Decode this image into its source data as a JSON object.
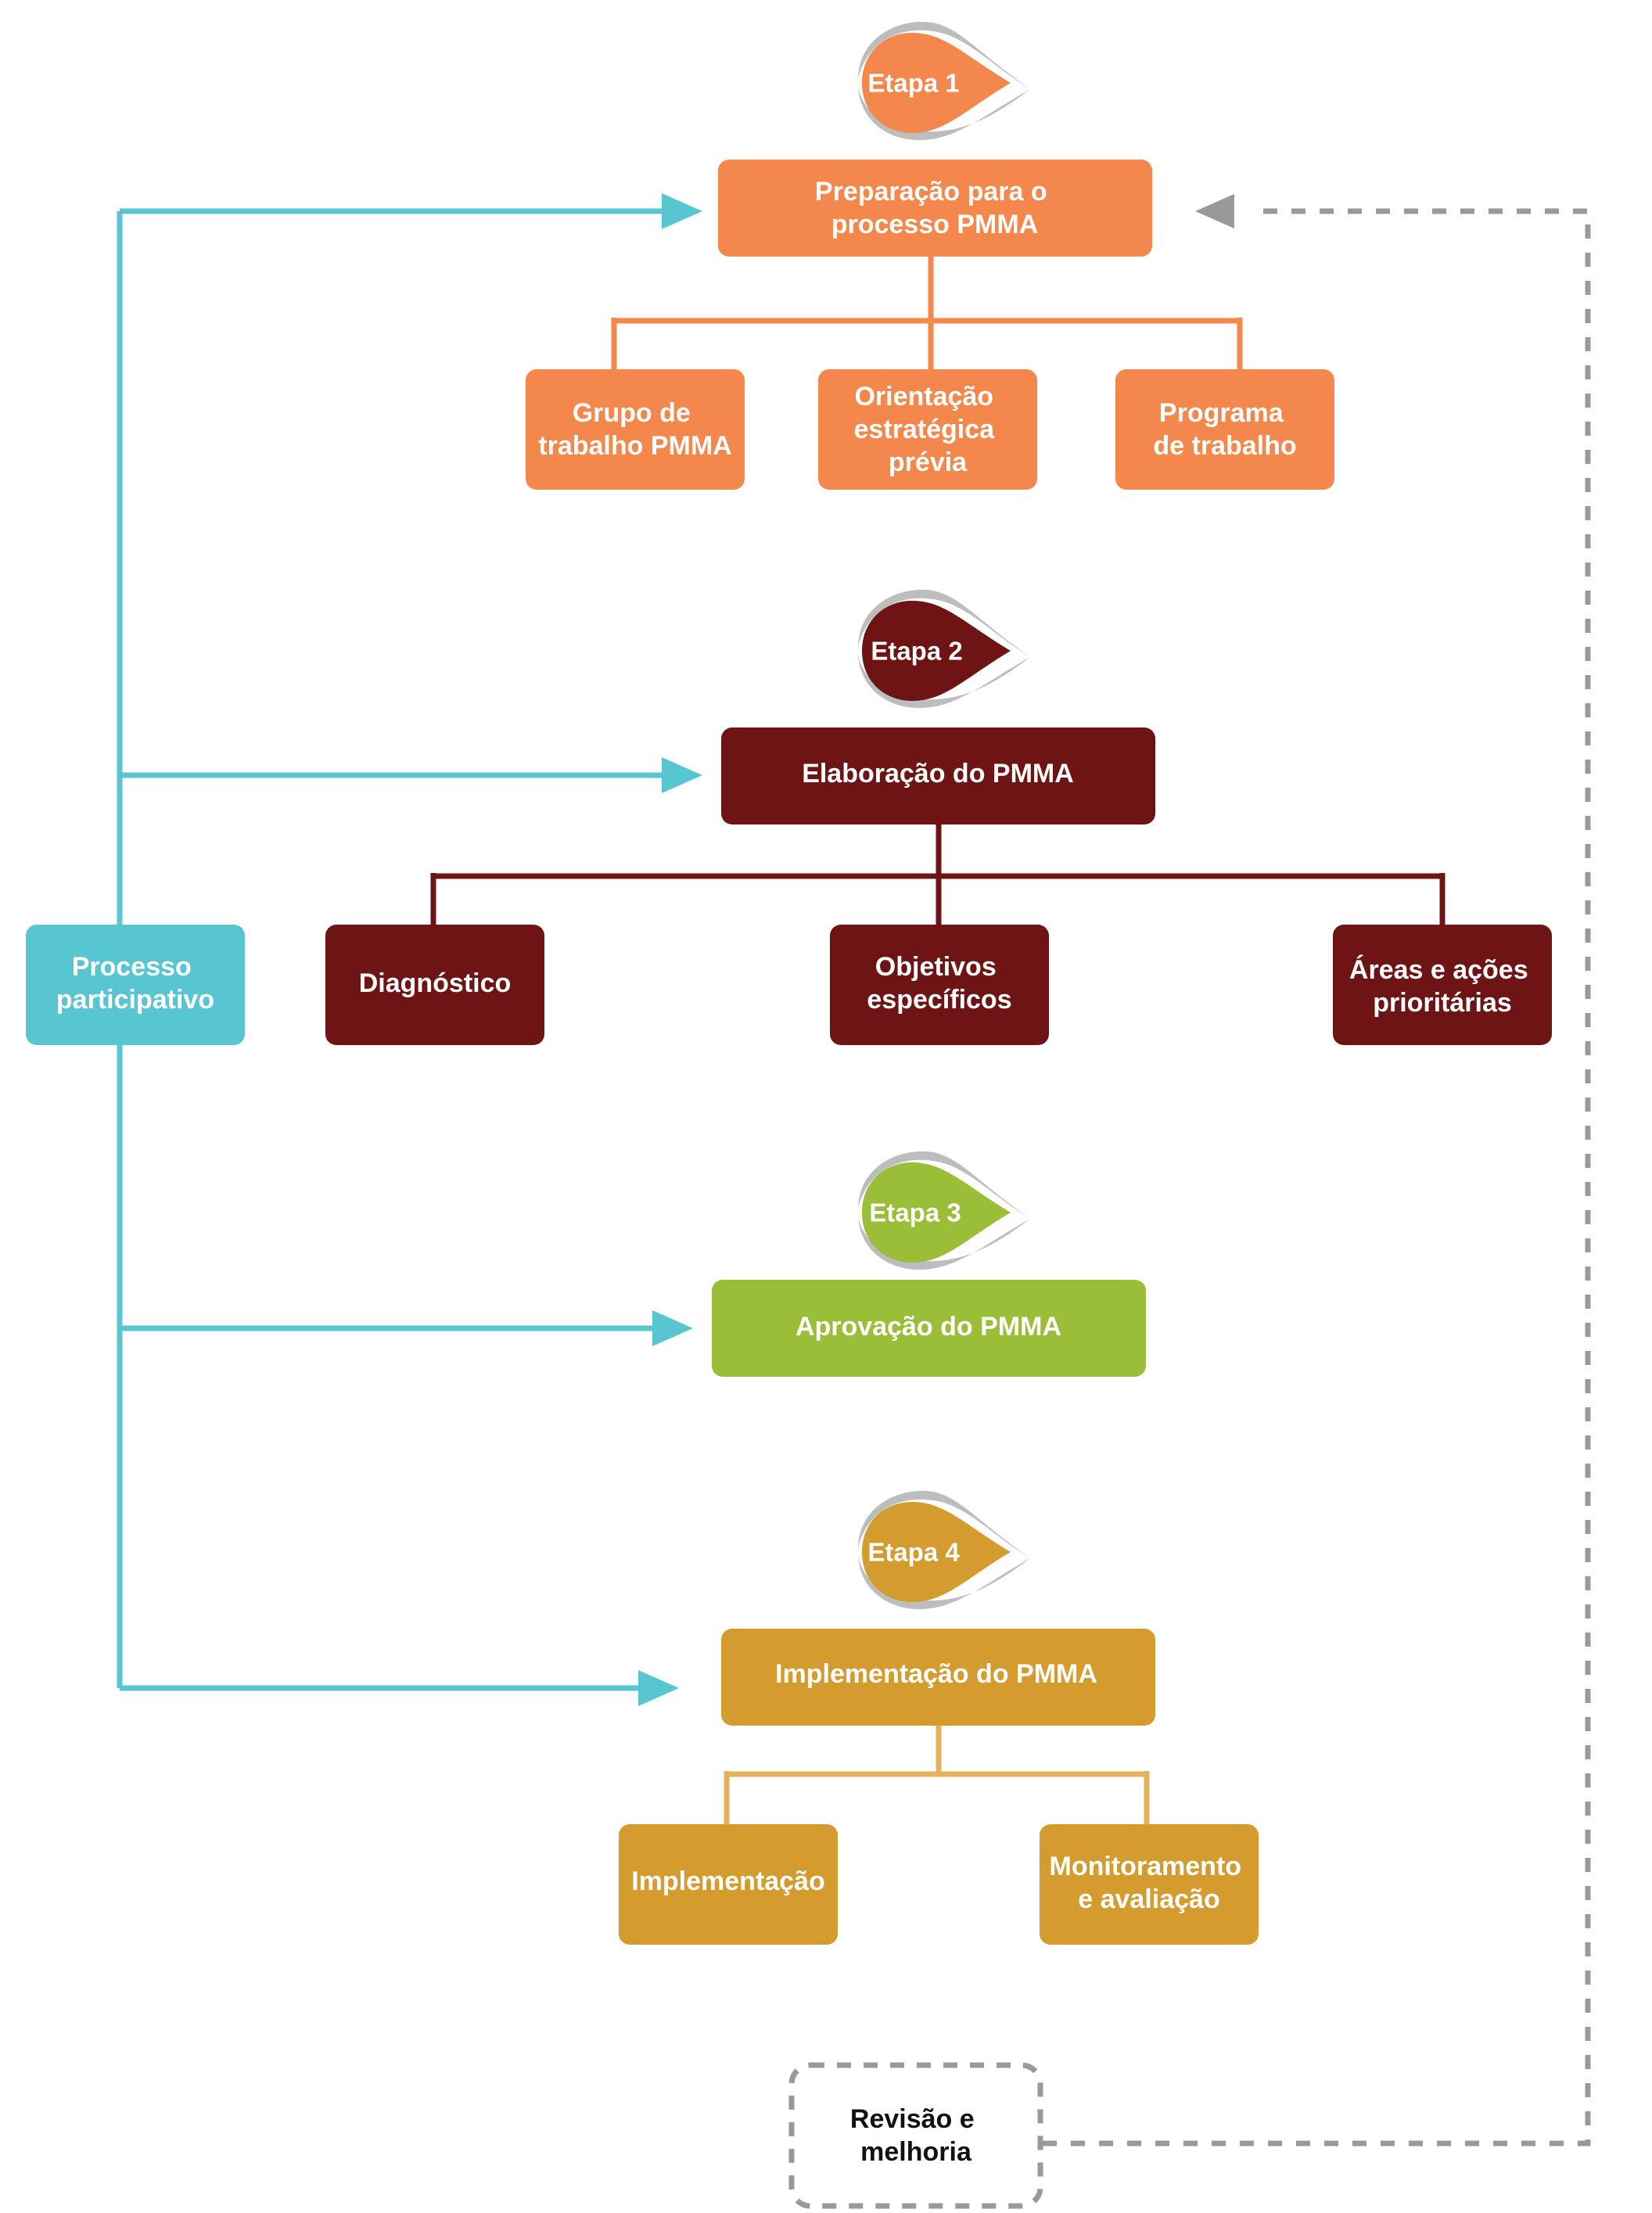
{
  "colors": {
    "stage1": "#f4874b",
    "stage2": "#6e1414",
    "stage3": "#9bbe38",
    "stage4": "#d49c2f",
    "stage4_connector": "#e4b25c",
    "participative": "#58c6d1",
    "review": "#999999",
    "badge_swoosh": "#bdbdbd"
  },
  "stages": [
    {
      "badge": "Etapa 1",
      "main": [
        "Preparação para o",
        "processo PMMA"
      ],
      "sub": [
        [
          "Grupo de",
          "trabalho PMMA"
        ],
        [
          "Orientação",
          "estratégica",
          "prévia"
        ],
        [
          "Programa",
          "de trabalho"
        ]
      ]
    },
    {
      "badge": "Etapa 2",
      "main": [
        "Elaboração do PMMA"
      ],
      "sub": [
        [
          "Diagnóstico"
        ],
        [
          "Objetivos",
          "específicos"
        ],
        [
          "Áreas e ações",
          "prioritárias"
        ]
      ]
    },
    {
      "badge": "Etapa 3",
      "main": [
        "Aprovação do PMMA"
      ],
      "sub": []
    },
    {
      "badge": "Etapa 4",
      "main": [
        "Implementação do PMMA"
      ],
      "sub": [
        [
          "Implementação"
        ],
        [
          "Monitoramento",
          "e avaliação"
        ]
      ]
    }
  ],
  "participative": [
    "Processo",
    "participativo"
  ],
  "review": [
    "Revisão e",
    "melhoria"
  ]
}
